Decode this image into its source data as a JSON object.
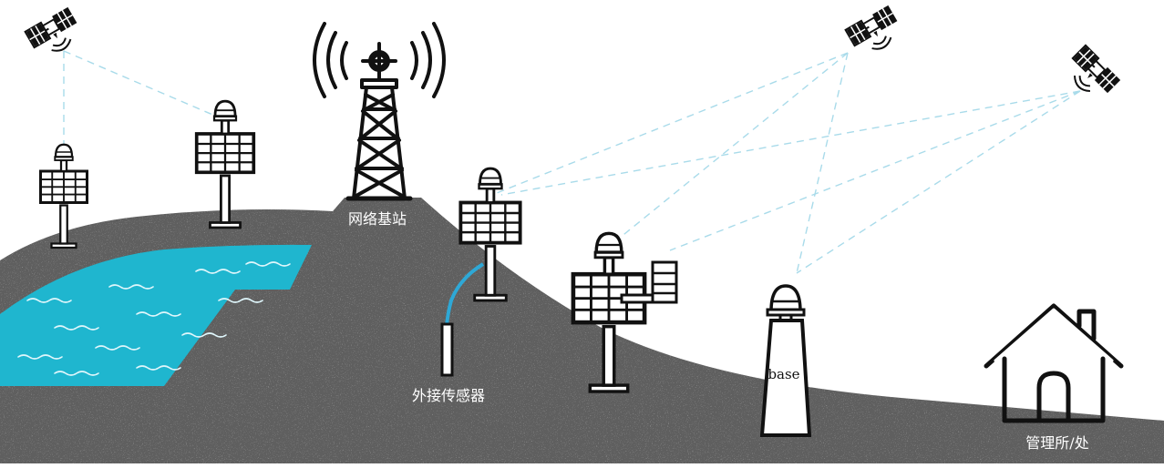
{
  "labels": {
    "tower": "网络基站",
    "sensor": "外接传感器",
    "base": "base",
    "office": "管理所/处"
  },
  "colors": {
    "ground": "#5f5f5f",
    "ground_speckle": "#8c8c8c",
    "water": "#1fb6cf",
    "wave": "#dff6fb",
    "signal_line": "#a9dbea",
    "cable": "#2ea8d6",
    "outline": "#0a0a0a",
    "label_text": "#ffffff",
    "base_text": "#111111"
  },
  "icons": {
    "satellite": "satellite-icon",
    "tower": "radio-tower-icon",
    "station": "solar-gnss-station-icon",
    "base": "gnss-base-station-icon",
    "office": "house-icon"
  }
}
